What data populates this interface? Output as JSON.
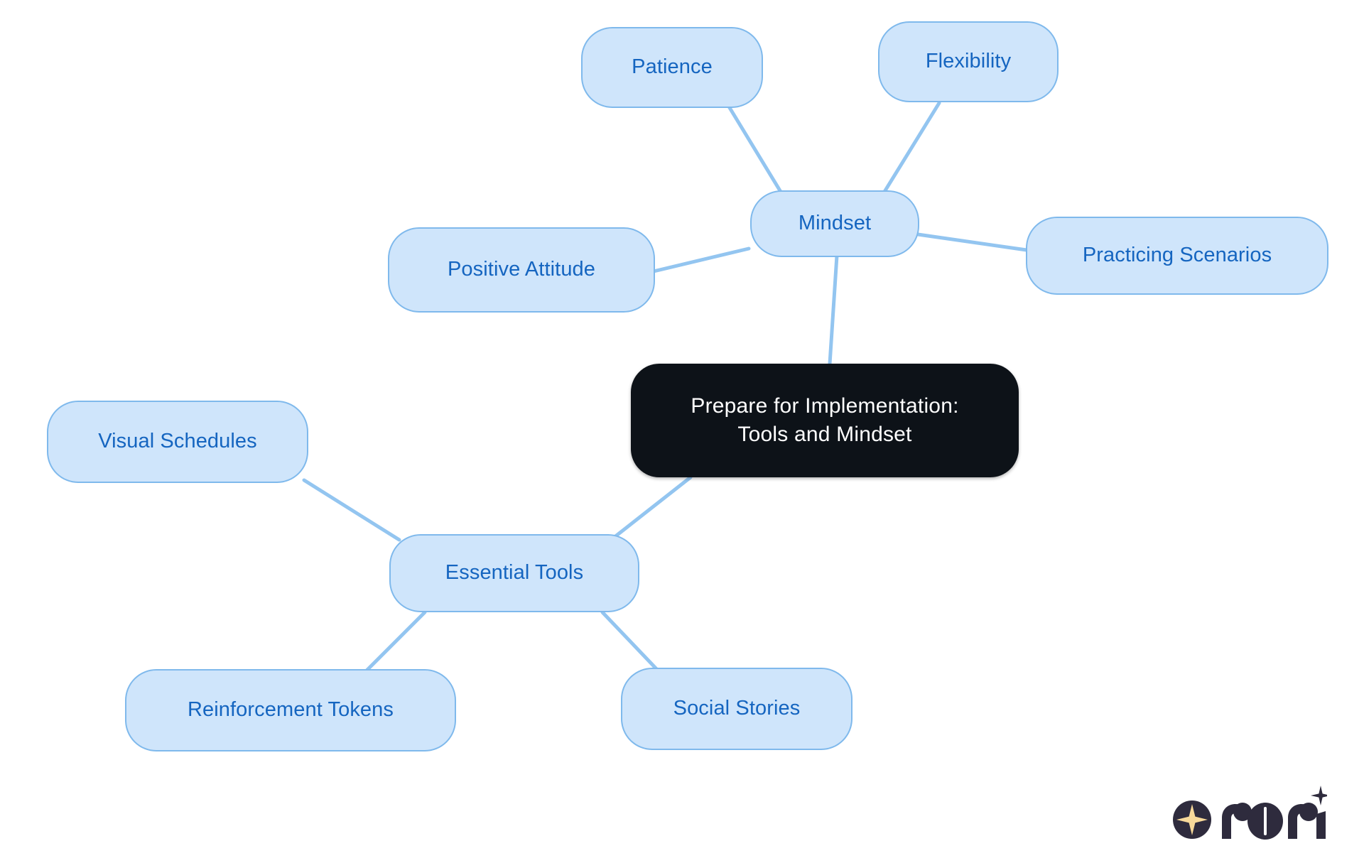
{
  "diagram": {
    "type": "mindmap",
    "title": "Prepare for Implementation: Tools and Mindset",
    "background_color": "#ffffff",
    "root": {
      "id": "root",
      "label_line1": "Prepare for Implementation:",
      "label_line2": "Tools and Mindset",
      "label": "Prepare for Implementation: Tools and Mindset",
      "fill": "#0d1218",
      "text_color": "#ffffff"
    },
    "node_style": {
      "fill": "#cfe5fb",
      "border": "#7fb9ec",
      "text_color": "#1565c0",
      "edge_color": "#93c5f0"
    },
    "branches": [
      {
        "id": "mindset",
        "label": "Mindset",
        "children": [
          {
            "id": "patience",
            "label": "Patience"
          },
          {
            "id": "flexibility",
            "label": "Flexibility"
          },
          {
            "id": "positive-attitude",
            "label": "Positive Attitude"
          },
          {
            "id": "practicing-scenarios",
            "label": "Practicing Scenarios"
          }
        ]
      },
      {
        "id": "essential-tools",
        "label": "Essential Tools",
        "children": [
          {
            "id": "visual-schedules",
            "label": "Visual Schedules"
          },
          {
            "id": "reinforcement-tokens",
            "label": "Reinforcement Tokens"
          },
          {
            "id": "social-stories",
            "label": "Social Stories"
          }
        ]
      }
    ],
    "edges": [
      {
        "from": "root",
        "to": "mindset"
      },
      {
        "from": "mindset",
        "to": "patience"
      },
      {
        "from": "mindset",
        "to": "flexibility"
      },
      {
        "from": "mindset",
        "to": "positive-attitude"
      },
      {
        "from": "mindset",
        "to": "practicing-scenarios"
      },
      {
        "from": "root",
        "to": "essential-tools"
      },
      {
        "from": "essential-tools",
        "to": "visual-schedules"
      },
      {
        "from": "essential-tools",
        "to": "reinforcement-tokens"
      },
      {
        "from": "essential-tools",
        "to": "social-stories"
      }
    ]
  },
  "logo": {
    "wordmark": "rori",
    "star_color": "#f7d99a",
    "mark_color": "#2e2b3d"
  }
}
